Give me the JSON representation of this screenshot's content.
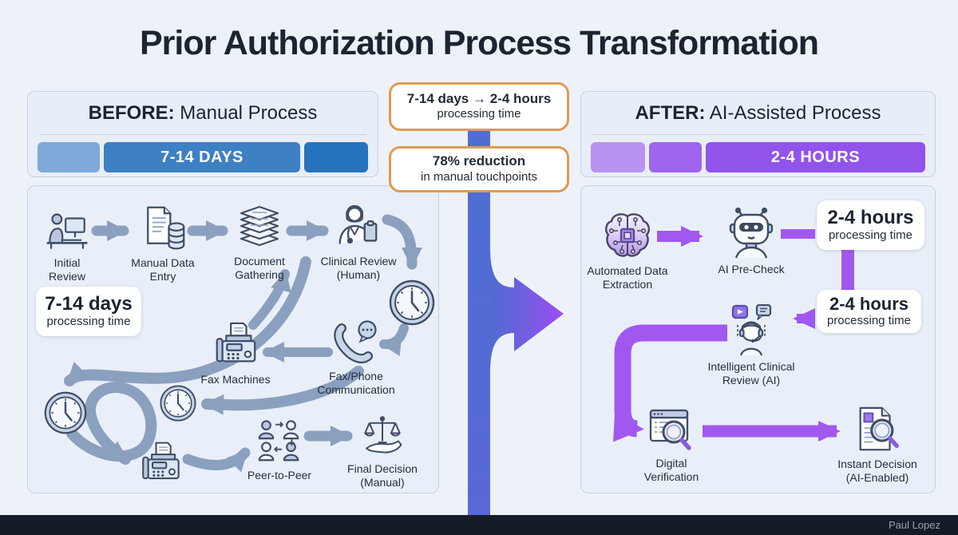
{
  "title": "Prior Authorization Process Transformation",
  "footer": {
    "credit": "Paul Lopez"
  },
  "colors": {
    "page_bg": "#edf2f9",
    "panel_bg": "#e8eef7",
    "panel_border": "#c5d1e1",
    "callout_border": "#de9b51",
    "before_segments": [
      "#7ea9d8",
      "#3d80c4",
      "#2673bd"
    ],
    "after_segments": [
      "#b992f2",
      "#9e66ee",
      "#9253ec"
    ],
    "gray_arrow": "#8ba0bf",
    "purple_arrow": "#a158f0",
    "ribbon_blue": "#4f6fd2",
    "ribbon_purple": "#9a4ff2",
    "footer_bg": "#151c28"
  },
  "callouts": [
    {
      "line1": "7-14 days → 2-4 hours",
      "line2": "processing time"
    },
    {
      "line1": "78% reduction",
      "line2": "in manual touchpoints"
    }
  ],
  "before": {
    "header_prefix": "BEFORE:",
    "header_rest": " Manual Process",
    "duration_label": "7-14 DAYS",
    "time_box": {
      "line1": "7-14 days",
      "line2": "processing time"
    },
    "nodes": [
      {
        "icon": "person-at-computer-icon",
        "label": "Initial Review"
      },
      {
        "icon": "document-database-icon",
        "label": "Manual Data Entry"
      },
      {
        "icon": "paper-stack-icon",
        "label": "Document Gathering"
      },
      {
        "icon": "clinician-clipboard-icon",
        "label": "Clinical Review (Human)"
      },
      {
        "icon": "phone-chat-icon",
        "label": "Fax/Phone Communication"
      },
      {
        "icon": "fax-machine-icon",
        "label": "Fax Machines"
      },
      {
        "icon": "peer-to-peer-icon",
        "label": "Peer-to-Peer"
      },
      {
        "icon": "scales-hand-icon",
        "label": "Final Decision (Manual)"
      },
      {
        "icon": "clock-icon",
        "label": ""
      }
    ]
  },
  "after": {
    "header_prefix": "AFTER:",
    "header_rest": " AI-Assisted Process",
    "duration_label": "2-4 HOURS",
    "time_boxes": [
      {
        "line1": "2-4 hours",
        "line2": "processing time"
      },
      {
        "line1": "2-4 hours",
        "line2": "processing time"
      }
    ],
    "nodes": [
      {
        "icon": "brain-chip-icon",
        "label": "Automated Data Extraction"
      },
      {
        "icon": "robot-icon",
        "label": "AI Pre-Check"
      },
      {
        "icon": "headset-agent-icon",
        "label": "Intelligent Clinical Review (AI)"
      },
      {
        "icon": "browser-magnifier-icon",
        "label": "Digital Verification"
      },
      {
        "icon": "document-magnifier-icon",
        "label": "Instant Decision (AI-Enabled)"
      }
    ]
  }
}
